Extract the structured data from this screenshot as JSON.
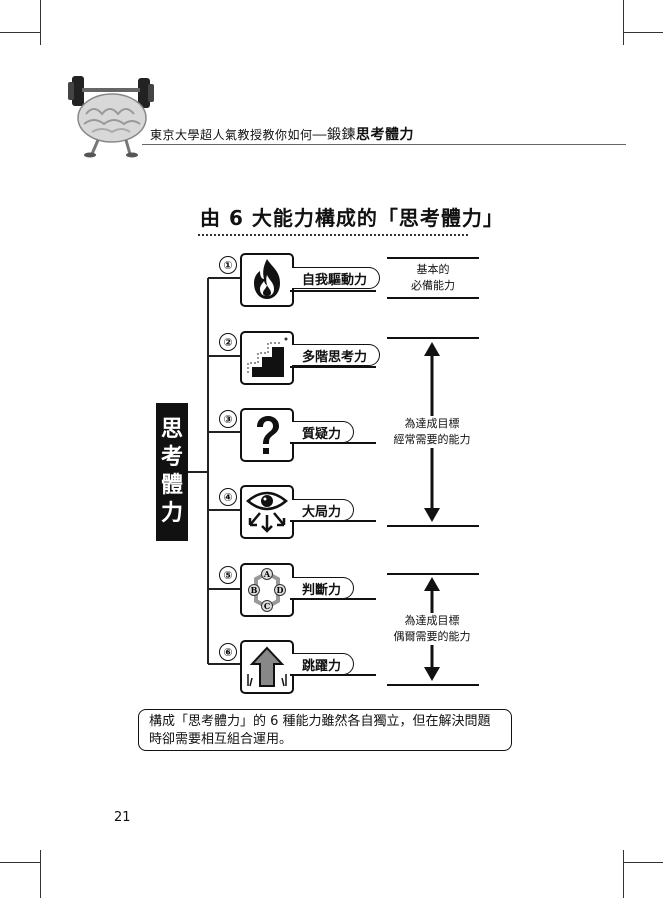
{
  "header": {
    "text_regular": "東京大學超人氣教授教你如何",
    "text_mid": "―鍛鍊",
    "text_bold": "思考體力"
  },
  "title": "由 6 大能力構成的「思考體力」",
  "vertical_label": [
    "思",
    "考",
    "體",
    "力"
  ],
  "abilities": [
    {
      "num": "①",
      "label": "自我驅動力",
      "icon": "fire-icon"
    },
    {
      "num": "②",
      "label": "多階思考力",
      "icon": "stairs-icon"
    },
    {
      "num": "③",
      "label": "質疑力",
      "icon": "question-mark-icon"
    },
    {
      "num": "④",
      "label": "大局力",
      "icon": "eye-icon"
    },
    {
      "num": "⑤",
      "label": "判斷力",
      "icon": "abcd-choice-icon"
    },
    {
      "num": "⑥",
      "label": "跳躍力",
      "icon": "up-arrow-icon"
    }
  ],
  "right_labels": {
    "basic": [
      "基本的",
      "必備能力"
    ],
    "often": [
      "為達成目標",
      "經常需要的能力"
    ],
    "occasional": [
      "為達成目標",
      "偶爾需要的能力"
    ]
  },
  "note": "構成「思考體力」的 6 種能力雖然各自獨立，但在解決問題時卻需要相互組合運用。",
  "page_number": "21"
}
